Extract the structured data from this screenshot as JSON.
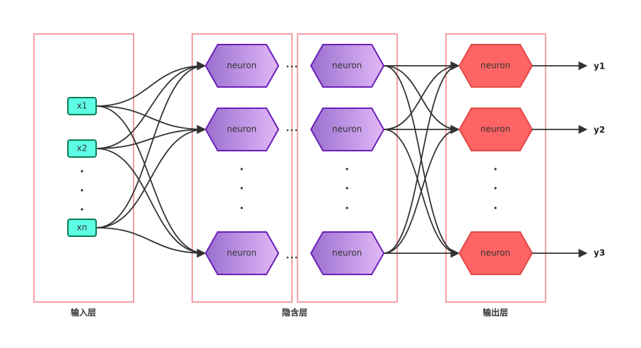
{
  "colors": {
    "input_fill": "#5dfde6",
    "input_border": "#0b7d4f",
    "hidden_fill_start": "#9a6fcf",
    "hidden_fill_end": "#e2b8f8",
    "hidden_border": "#6a1fb8",
    "output_fill": "#ff6464",
    "output_border": "#e04a4a",
    "layer_box": "#f4a0a4",
    "edge": "#333333"
  },
  "inputs": [
    "x1",
    "x2",
    "xn"
  ],
  "hidden_label": "neuron",
  "output_label": "neuron",
  "outputs": [
    "y1",
    "y2",
    "y3"
  ],
  "layer_labels": {
    "input": "输入层",
    "hidden": "隐含层",
    "output": "输出层"
  }
}
